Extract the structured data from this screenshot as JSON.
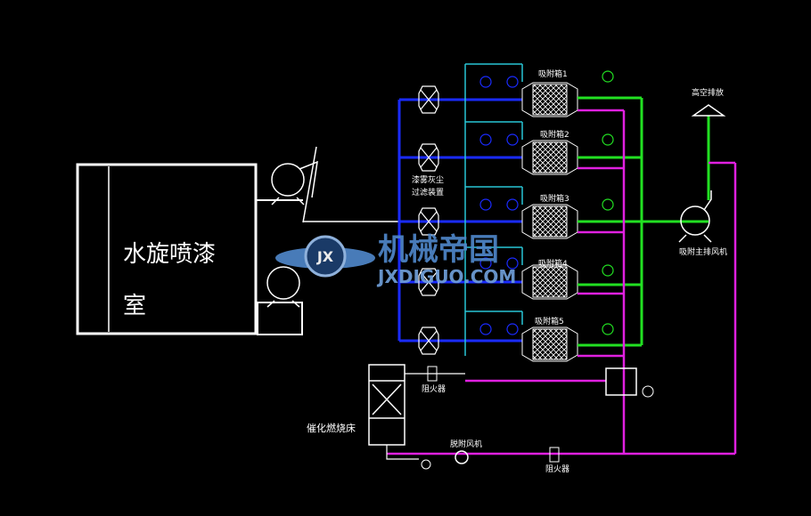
{
  "spray_booth": {
    "line1": "水旋喷漆",
    "line2": "室"
  },
  "prefilter": {
    "line1": "漆雾灰尘",
    "line2": "过滤装置"
  },
  "adsorbers": [
    "吸附箱1",
    "吸附箱2",
    "吸附箱3",
    "吸附箱4",
    "吸附箱5"
  ],
  "main_fan": "吸附主排风机",
  "stack": "高空排放",
  "catalytic_bed": "催化燃烧床",
  "desorption_fan": "脱附风机",
  "flame_arrester_top": "阻火器",
  "flame_arrester_bottom": "阻火器",
  "watermark": {
    "cn": "机械帝国",
    "en": "JXDIGUO.COM",
    "badge": "JX"
  },
  "colors": {
    "background": "#000000",
    "blue_duct": "#1a2bff",
    "cyan_duct": "#29c6d6",
    "green_duct": "#22e022",
    "magenta_duct": "#e020e0",
    "outline": "#ffffff",
    "watermark_blue": "#4f86c8"
  }
}
